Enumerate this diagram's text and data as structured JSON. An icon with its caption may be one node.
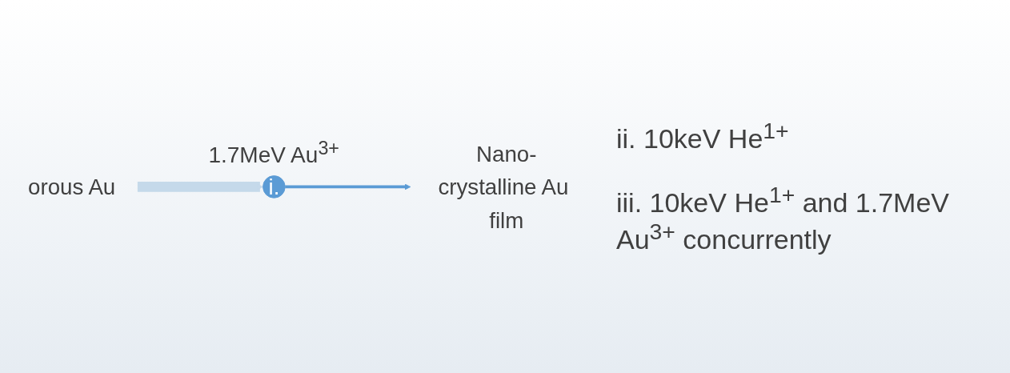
{
  "diagram": {
    "nodes": [
      {
        "text": [
          "orous Au"
        ]
      },
      {
        "text": [
          "i."
        ],
        "beside": [
          "1.7MeV Au$^{3+}$"
        ]
      },
      {
        "text": [
          "Nano-crystalline Au film"
        ]
      }
    ],
    "edges": [
      {
        "from": 0,
        "to": 1,
        "arrow": "to",
        "style": "thick",
        "color": "#c5d9ea"
      },
      {
        "from": 1,
        "to": 2,
        "arrow": "to",
        "color": "#5b9bd5"
      }
    ],
    "labels": [
      "ii. 10keV He$^{1+}$",
      "iii. 10keV He$^{1+}$ and 1.7MeV Au$^{3+}$ concurrently"
    ]
  }
}
